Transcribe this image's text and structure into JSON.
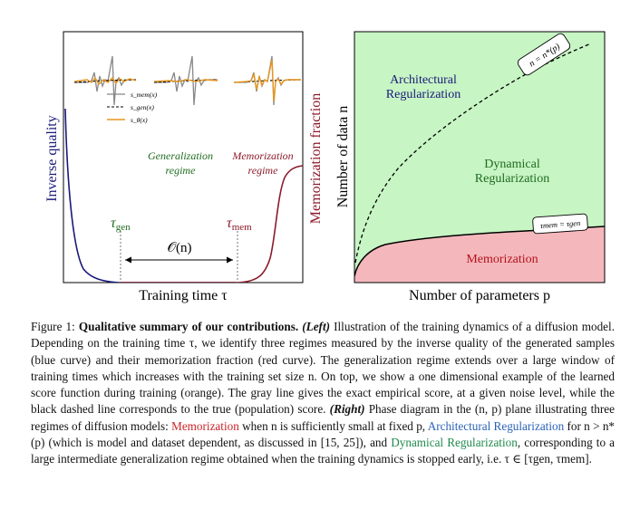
{
  "left_panel": {
    "ylabel_left": "Inverse quality",
    "ylabel_right": "Memorization fraction",
    "xlabel": "Training time τ",
    "legend": [
      "s_mem(x)",
      "s_gen(x)",
      "s_θ(x)"
    ],
    "regime_generalization": [
      "Generalization",
      "regime"
    ],
    "regime_memorization": [
      "Memorization",
      "regime"
    ],
    "tau_gen": "τ",
    "tau_gen_sub": "gen",
    "tau_mem": "τ",
    "tau_mem_sub": "mem",
    "window": "𝒪(n)",
    "colors": {
      "blue": "#1a1a7a",
      "red": "#8b1a2a",
      "green": "#1f6b1f",
      "orange": "#e8961e"
    }
  },
  "right_panel": {
    "xlabel": "Number of parameters p",
    "ylabel": "Number of data n",
    "arch_label": [
      "Architectural",
      "Regularization"
    ],
    "dyn_label": [
      "Dynamical",
      "Regularization"
    ],
    "mem_label": "Memorization",
    "curve_label": "n = n*(p)",
    "tau_label": "τmem = τgen",
    "colors": {
      "green_fill": "#c7f5c4",
      "red_fill": "#f4b8bc",
      "arch_text": "#1a1a7a",
      "dyn_text": "#1f6b1f",
      "mem_text": "#b3121d"
    }
  },
  "caption": {
    "fig_label": "Figure 1:",
    "title": "Qualitative summary of our contributions.",
    "left_tag": "(Left)",
    "text1": "Illustration of the training dynamics of a diffusion model. Depending on the training time τ, we identify three regimes measured by the inverse quality of the generated samples (blue curve) and their memorization fraction (red curve). The generalization regime extends over a large window of training times which increases with the training set size n. On top, we show a one dimensional example of the learned score function during training (orange). The gray line gives the exact empirical score, at a given noise level, while the black dashed line corresponds to the true (population) score.",
    "right_tag": "(Right)",
    "text2": "Phase diagram in the (n, p) plane illustrating three regimes of diffusion models:",
    "mem": "Memorization",
    "text3": "when n is sufficiently small at fixed p,",
    "arch": "Architectural Regularization",
    "text4": "for n > n*(p) (which is model and dataset dependent, as discussed in [15, 25]), and",
    "dyn": "Dynamical Regularization",
    "text5": ", corresponding to a large intermediate generalization regime obtained when the training dynamics is stopped early, i.e. τ ∈ [τgen, τmem]."
  }
}
